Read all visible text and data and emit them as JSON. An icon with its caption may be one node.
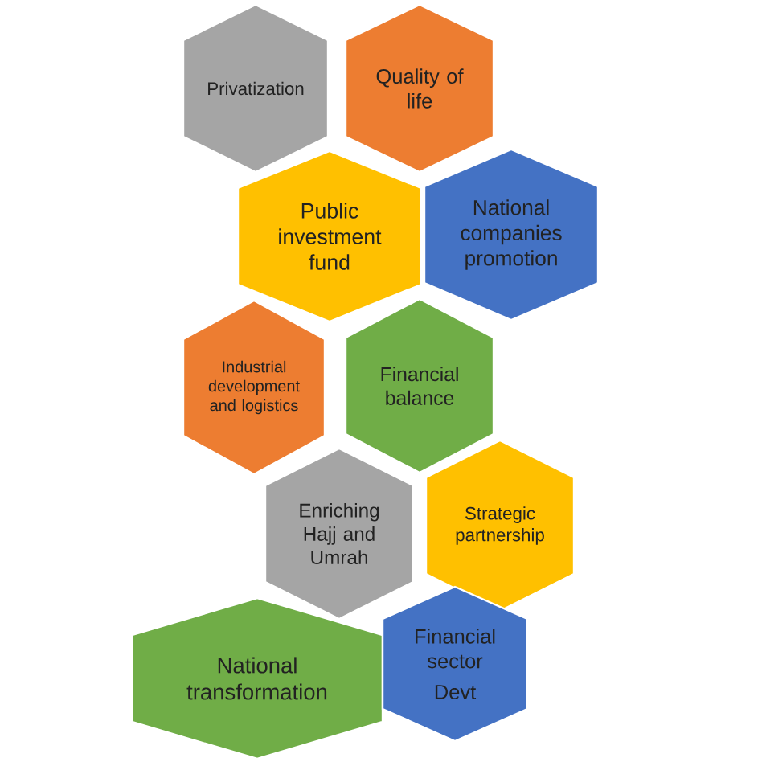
{
  "diagram": {
    "nodes": [
      {
        "text": [
          "Privatization"
        ]
      },
      {
        "text": [
          "Quality of life"
        ]
      },
      {
        "text": [
          "Public investment fund"
        ]
      },
      {
        "text": [
          "National companies promotion"
        ]
      },
      {
        "text": [
          "Industrial development and logistics"
        ]
      },
      {
        "text": [
          "Financial balance"
        ]
      },
      {
        "text": [
          "Enriching Hajj and Umrah"
        ]
      },
      {
        "text": [
          "Strategic partnership"
        ]
      },
      {
        "text": [
          "National transformation"
        ]
      },
      {
        "text": [
          "Financial sector",
          "Devt"
        ]
      }
    ]
  }
}
